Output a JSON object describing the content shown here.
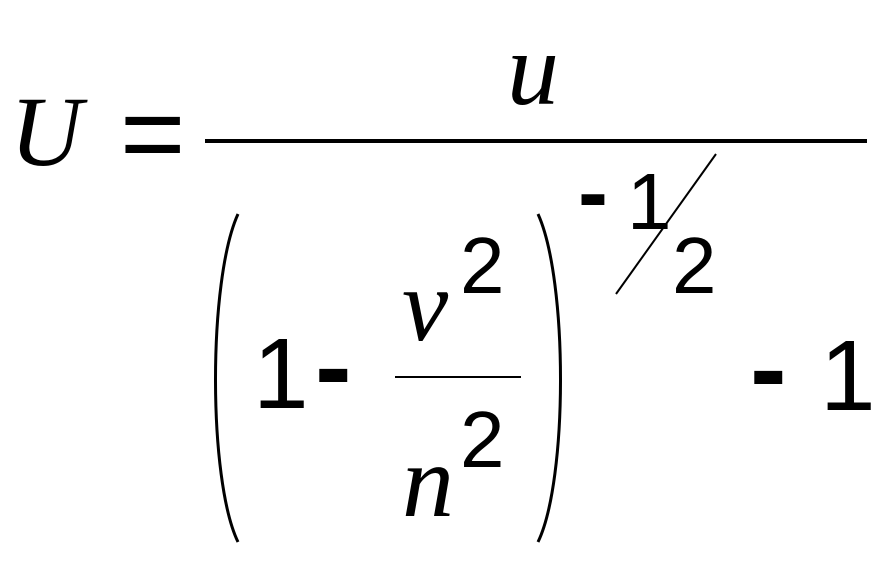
{
  "formula": {
    "lhs": "U",
    "equals": "=",
    "numerator": "u",
    "inner": {
      "one": "1",
      "minus": "-",
      "fraction": {
        "numerator_base": "v",
        "numerator_exp": "2",
        "denominator_base": "n",
        "denominator_exp": "2"
      }
    },
    "exponent": {
      "minus": "-",
      "numerator": "1",
      "denominator": "2"
    },
    "tail_minus": "-",
    "tail_one": "1"
  }
}
